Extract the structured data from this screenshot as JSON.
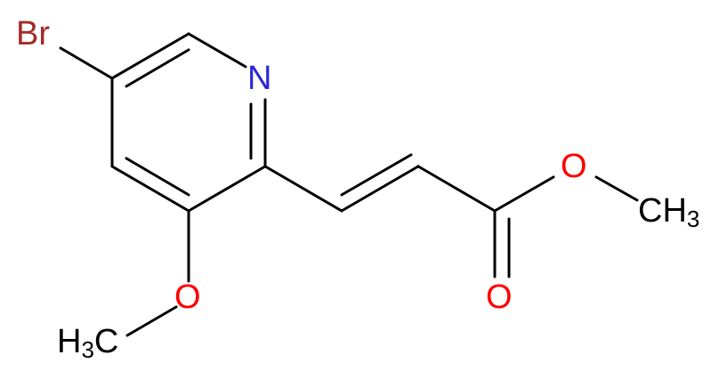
{
  "colors": {
    "bond": "#000000",
    "Br": "#a52a2a",
    "N": "#2828d8",
    "O": "#ff0000",
    "C": "#000000"
  },
  "atoms": {
    "br": "Br",
    "n": "N",
    "o_ring_methoxy": "O",
    "o_ester": "O",
    "o_carbonyl": "O",
    "ch3_left": {
      "main": "H",
      "sub": "3",
      "tail": "C"
    },
    "ch3_right": {
      "main": "CH",
      "sub": "3"
    }
  }
}
